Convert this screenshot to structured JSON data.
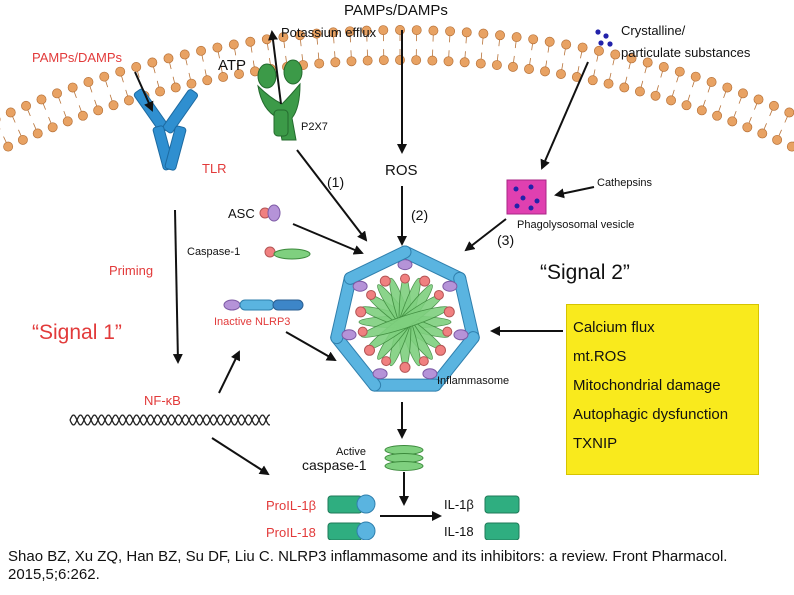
{
  "labels": {
    "pamps_top": "PAMPs/DAMPs",
    "pamps_left": "PAMPs/DAMPs",
    "potassium_efflux": "Potassium efflux",
    "atp": "ATP",
    "p2x7": "P2X7",
    "crystalline": "Crystalline/",
    "particulate": "particulate substances",
    "tlr": "TLR",
    "ros": "ROS",
    "step1": "(1)",
    "step2": "(2)",
    "step3": "(3)",
    "cathepsins": "Cathepsins",
    "phagolysosomal": "Phagolysosomal vesicle",
    "asc": "ASC",
    "caspase1": "Caspase-1",
    "priming": "Priming",
    "signal2": "“Signal 2”",
    "signal1": "“Signal 1”",
    "inactive_nlrp3": "Inactive NLRP3",
    "inflammasome": "Inflammasome",
    "nfkb": "NF-κB",
    "active": "Active",
    "active_caspase": "caspase-1",
    "pro_il1b": "ProIL-1β",
    "pro_il18": "ProIL-18",
    "il1b": "IL-1β",
    "il18": "IL-18"
  },
  "signal2_factors": [
    "Calcium flux",
    "mt.ROS",
    "Mitochondrial damage",
    "Autophagic dysfunction",
    "TXNIP"
  ],
  "citation": "Shao BZ, Xu ZQ, Han BZ, Su DF, Liu C. NLRP3 inflammasome and its inhibitors: a review. Front Pharmacol. 2015,5;6:262.",
  "colors": {
    "membrane": "#e8a263",
    "membrane_dark": "#b8733a",
    "tlr": "#2f8fd0",
    "p2x7": "#3c9a48",
    "nlrp3": "#5ab4e0",
    "caspase": "#7fd07f",
    "asc": "#b593d8",
    "pink": "#f08080",
    "il": "#2fae80",
    "red_text": "#e23a3a",
    "yellow": "#f9ea1d",
    "vesicle": "#e040b0"
  }
}
